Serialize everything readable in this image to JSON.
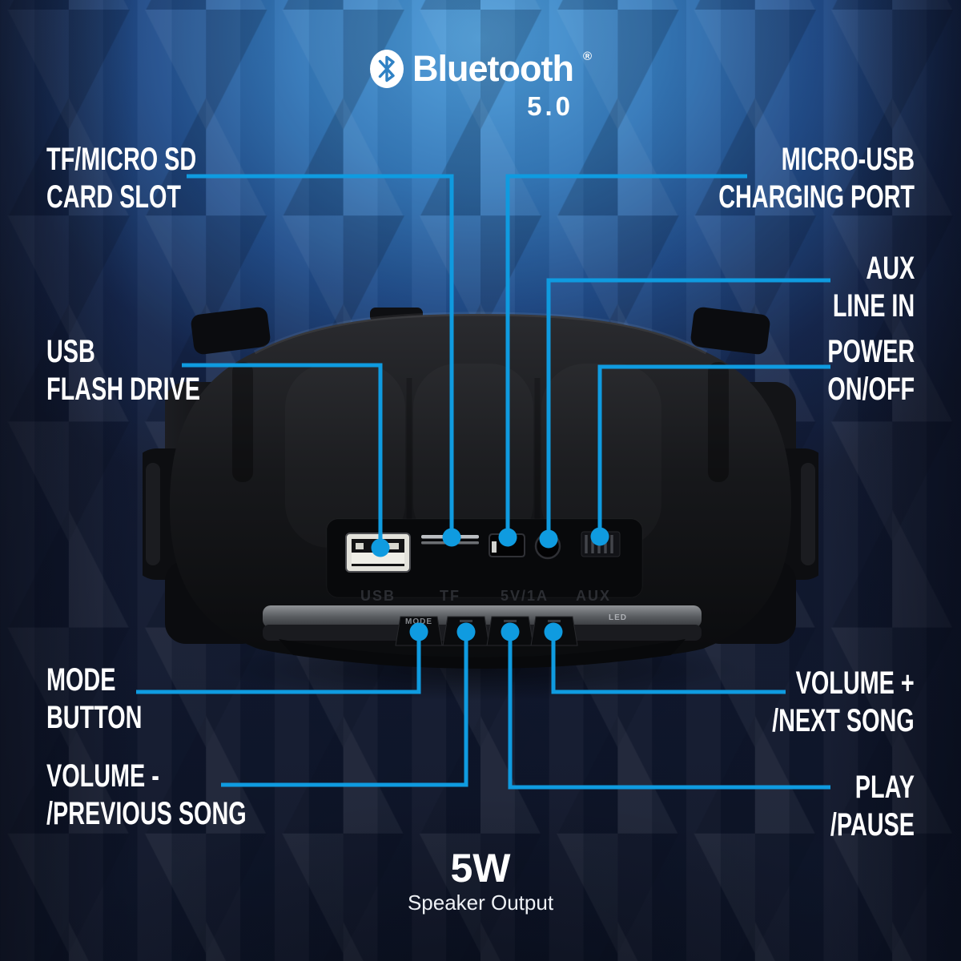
{
  "badge": {
    "brand": "Bluetooth",
    "registered": "®",
    "version": "5.0"
  },
  "labels": {
    "tf_card": {
      "line1": "TF/MICRO SD",
      "line2": "CARD SLOT"
    },
    "micro_usb": {
      "line1": "MICRO-USB",
      "line2": "CHARGING PORT"
    },
    "aux": {
      "line1": "AUX",
      "line2": "LINE IN"
    },
    "usb": {
      "line1": "USB",
      "line2": "FLASH DRIVE"
    },
    "power": {
      "line1": "POWER",
      "line2": "ON/OFF"
    },
    "mode": {
      "line1": "MODE",
      "line2": "BUTTON"
    },
    "volume_down": {
      "line1": "VOLUME -",
      "line2": "/PREVIOUS SONG"
    },
    "volume_up": {
      "line1": "VOLUME +",
      "line2": "/NEXT SONG"
    },
    "play": {
      "line1": "PLAY",
      "line2": "/PAUSE"
    }
  },
  "speaker": {
    "port_markings": [
      "USB",
      "TF",
      "5V/1A",
      "AUX"
    ],
    "mode_button_marking": "MODE",
    "led_label": "LED"
  },
  "footer": {
    "value": "5W",
    "caption": "Speaker Output"
  },
  "colors": {
    "accent": "#0f9be0",
    "label_text": "#ffffff",
    "bg_bright": "#3f90d2",
    "bg_dark": "#0e1526",
    "bluetooth_rune": "#2f81c4"
  }
}
